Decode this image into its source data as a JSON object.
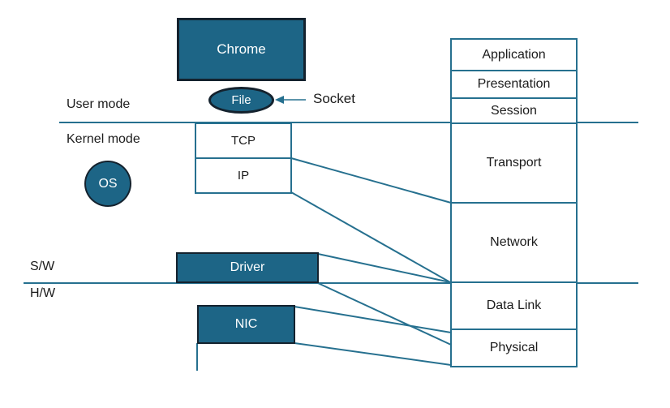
{
  "colors": {
    "node_fill": "#1d6586",
    "node_border": "#14222e",
    "line": "#26708f",
    "text": "#1b1b1b",
    "node_text": "#ffffff"
  },
  "labels": {
    "user_mode": "User mode",
    "kernel_mode": "Kernel mode",
    "sw": "S/W",
    "hw": "H/W",
    "socket": "Socket"
  },
  "nodes": {
    "chrome": "Chrome",
    "file": "File",
    "os": "OS",
    "tcp": "TCP",
    "ip": "IP",
    "driver": "Driver",
    "nic": "NIC"
  },
  "osi_stack": {
    "layers": [
      "Application",
      "Presentation",
      "Session",
      "Transport",
      "Network",
      "Data Link",
      "Physical"
    ]
  }
}
